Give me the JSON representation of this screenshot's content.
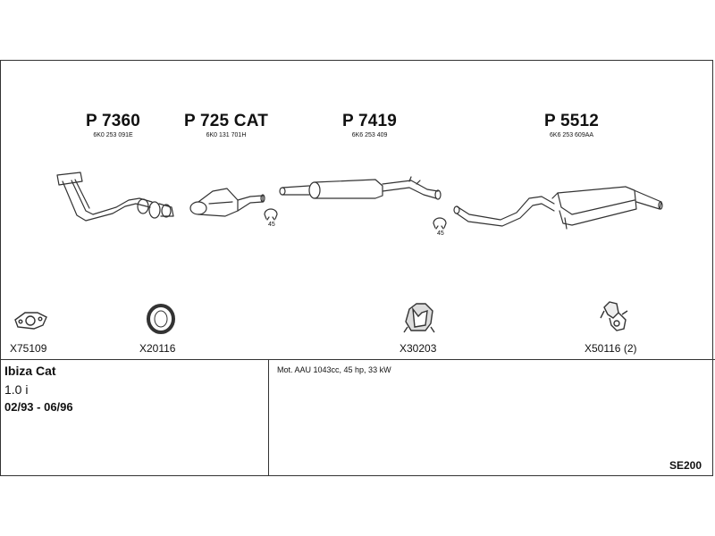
{
  "parts": [
    {
      "code": "P 7360",
      "oem": "6K0 253 091E"
    },
    {
      "code": "P 725 CAT",
      "oem": "6K0 131 701H"
    },
    {
      "code": "P 7419",
      "oem": "6K6 253 409"
    },
    {
      "code": "P 5512",
      "oem": "6K6 253 609AA"
    }
  ],
  "clamp_size_1": "45",
  "clamp_size_2": "45",
  "accessories": [
    {
      "code": "X75109",
      "icon": "gasket-icon"
    },
    {
      "code": "X20116",
      "icon": "ring-gasket-icon"
    },
    {
      "code": "X30203",
      "icon": "rubber-mount-icon"
    },
    {
      "code": "X50116 (2)",
      "icon": "hanger-icon"
    }
  ],
  "vehicle": {
    "model": "Ibiza Cat",
    "engine": "1.0 i",
    "years": "02/93 - 06/96"
  },
  "motor_info": "Mot. AAU 1043cc, 45 hp, 33 kW",
  "system_code": "SE200"
}
